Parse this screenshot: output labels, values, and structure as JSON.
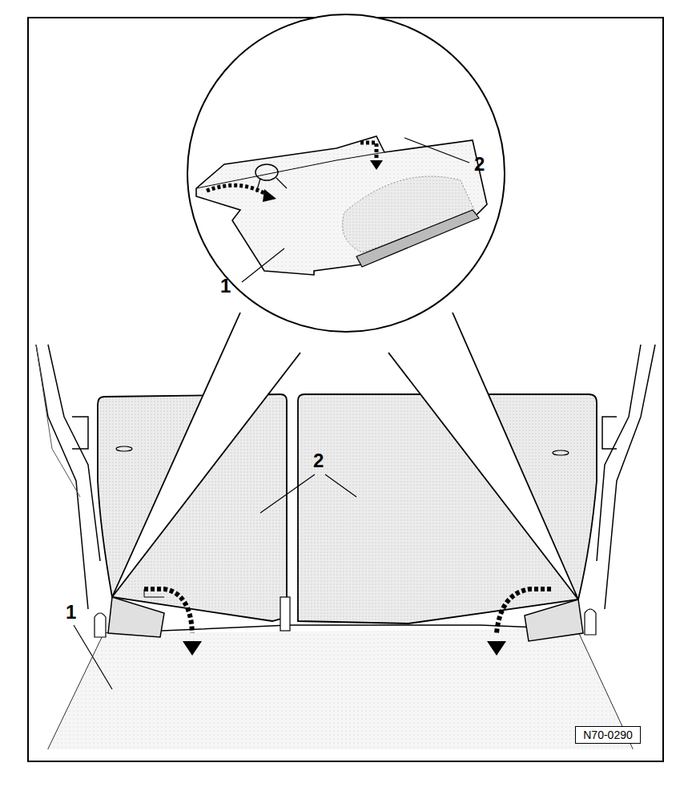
{
  "diagram": {
    "nodes": [
      {
        "text": [
          "N70-0290"
        ]
      }
    ],
    "labels": [
      "2",
      "1",
      "2",
      "1"
    ]
  }
}
